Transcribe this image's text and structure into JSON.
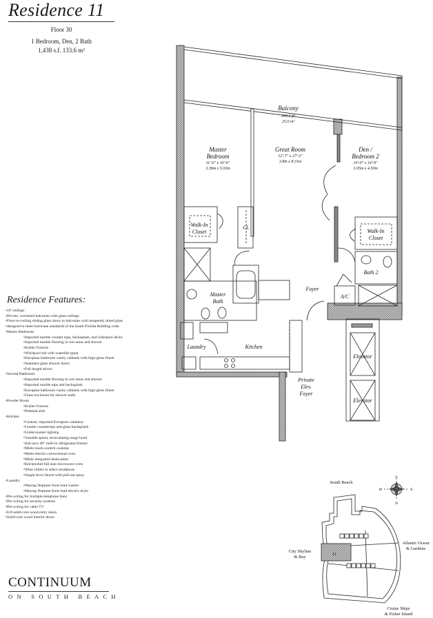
{
  "header": {
    "title": "Residence 11",
    "floor": "Floor 30",
    "layout": "1 Bedroom, Den, 2 Bath",
    "area": "1,438 s.f.  133.6 m²"
  },
  "plan": {
    "balcony": {
      "name": "Balcony",
      "area_ft": "269.1 ft²",
      "area_m": "25.0 m²"
    },
    "master_bedroom": {
      "name1": "Master",
      "name2": "Bedroom",
      "dim_ft": "11'-0\" x 16'-6\"",
      "dim_m": "3.36m x 5.03m"
    },
    "great_room": {
      "name": "Great Room",
      "dim_ft": "12'-7\" x 27'-3\"",
      "dim_m": "3.8m x 8.31m"
    },
    "den": {
      "name1": "Den /",
      "name2": "Bedroom 2",
      "dim_ft": "10'-0\" x 14'-9\"",
      "dim_m": "3.05m x 4.50m"
    },
    "walk_in_closet_1": {
      "line1": "Walk-In",
      "line2": "Closet"
    },
    "closet": "Cl.",
    "walk_in_closet_2": {
      "line1": "Walk-In",
      "line2": "Closet"
    },
    "master_bath": {
      "line1": "Master",
      "line2": "Bath"
    },
    "bath2": "Bath 2",
    "ac": "A/C",
    "foyer": "Foyer",
    "laundry": "Laundry",
    "kitchen": "Kitchen",
    "elevator1": "Elevator",
    "elevator2": "Elevator",
    "elev_foyer": {
      "line1": "Private",
      "line2": "Elev.",
      "line3": "Foyer"
    }
  },
  "features": {
    "heading": "Residence Features:",
    "items": [
      {
        "text": "10' ceilings"
      },
      {
        "text": "Private, oversized balconies with glass railings"
      },
      {
        "text": "Floor-to-ceiling sliding glass doors to balconies with tempered, tinted glass"
      },
      {
        "text": "designed to meet hurricane standards of the South Florida Building code."
      },
      {
        "text": "Master Bathroom",
        "sub": [
          "Imported marble counter tops, backsplash, and whirlpool decks",
          "Imported marble flooring in wet areas and shower",
          "Kohler fixtures",
          "Whirlpool tub with waterfall spout",
          "European bathroom vanity cabinets with high-gloss finish",
          "Seamless glass shower doors",
          "Full length mirror"
        ]
      },
      {
        "text": "Second Bathroom",
        "sub": [
          "Imported marble flooring in wet areas and shower",
          "Imported marble tops and backsplash",
          "European bathroom vanity cabinets with high-gloss finish",
          "Glass enclosure for shower stalls"
        ]
      },
      {
        "text": "Powder Room",
        "sub": [
          "Kohler fixtures",
          "Pedestal sink"
        ]
      },
      {
        "text": "Kitchen",
        "sub": [
          "Custom, imported European cabinetry",
          "Granite countertops and glass backsplash",
          "Undercounter lighting",
          "Variable speed, recirculating range hood",
          "Sub-zero 48\" built-in refrigerator/freezer",
          "Miele touch-control cooktop",
          "Miele electric convectional oven",
          "Miele integrated dishwasher",
          "KitchenAid full-size microwave oven",
          "Wine chiller in select residences",
          "Single-lever faucet with pull-out spray"
        ]
      },
      {
        "text": "Laundry",
        "sub": [
          "Maytag Neptune front-load washer",
          "Maytag Neptune front-load electric dryer"
        ]
      },
      {
        "text": "Pre-wiring for multiple telephone lines"
      },
      {
        "text": "Pre-wiring for security systems"
      },
      {
        "text": "Pre-wiring for cable TV"
      },
      {
        "text": "8-ft solid-core wood entry doors"
      },
      {
        "text": "Solid-core wood interior doors"
      }
    ]
  },
  "keyplan": {
    "north_label": "South Beach",
    "west_label_1": "City Skyline",
    "west_label_2": "& Bay",
    "east_label_1": "Atlantic Ocean",
    "east_label_2": "& Gardens",
    "south_label_1": "Cruise Ships",
    "south_label_2": "& Fisher Island",
    "unit_number": "11",
    "compass": {
      "top": "S",
      "bottom": "N",
      "left": "W",
      "right": "E"
    }
  },
  "logo": {
    "name": "CONTINUUM",
    "tagline": "ON SOUTH BEACH"
  },
  "colors": {
    "wall": "#9a9a9a",
    "line": "#1a1a1a"
  }
}
